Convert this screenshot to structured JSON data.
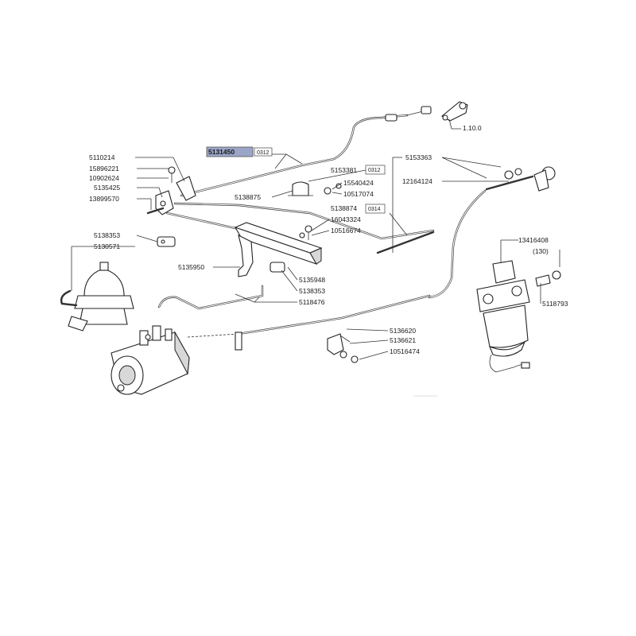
{
  "diagram": {
    "highlight_color": "#9aa5c7",
    "highlighted_part": "5131450",
    "labels": {
      "p5110214": "5110214",
      "p15896221": "15896221",
      "p10902624": "10902624",
      "p5135425": "5135425",
      "p13899570": "13899570",
      "p5138353a": "5138353",
      "p5130571": "5130571",
      "p5131450": "5131450",
      "ref0312a": "0312",
      "p5138875": "5138875",
      "p5153381": "5153381",
      "ref0312b": "0312",
      "p15540424": "15540424",
      "p10517074": "10517074",
      "p5138874": "5138874",
      "ref0314": "0314",
      "p16043324": "16043324",
      "p10516674": "10516674",
      "p5135950": "5135950",
      "p5135948": "5135948",
      "p5138353b": "5138353",
      "p5118476": "5118476",
      "p5136620": "5136620",
      "p5136621": "5136621",
      "p10516474": "10516474",
      "p5153363": "5153363",
      "p12164124": "12164124",
      "p13416408": "13416408",
      "p130": "(130)",
      "p5118793": "5118793",
      "ref1100": "1.10.0"
    }
  }
}
